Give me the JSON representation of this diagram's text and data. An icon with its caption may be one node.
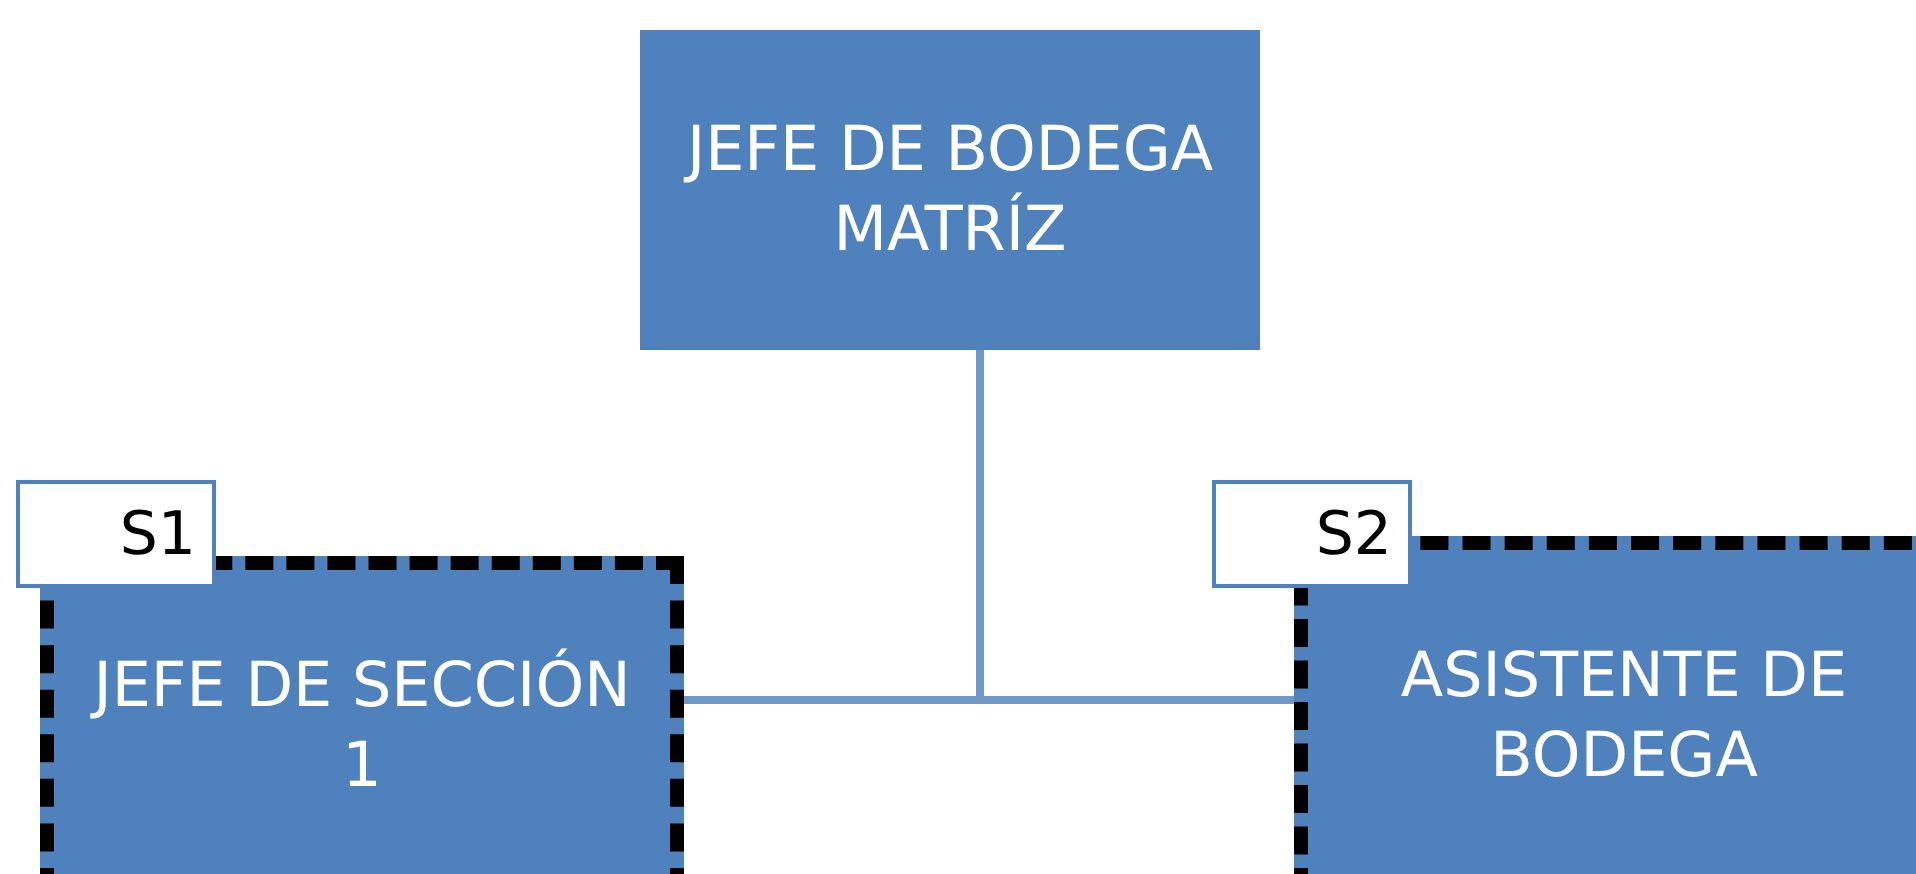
{
  "diagram": {
    "nodes": [
      {
        "text": [
          "JEFE DE BODEGA MATRÍZ"
        ]
      },
      {
        "text": [
          "JEFE DE SECCIÓN 1"
        ]
      },
      {
        "text": [
          "ASISTENTE DE BODEGA"
        ]
      },
      {
        "text": [
          "S1"
        ]
      },
      {
        "text": [
          "S2"
        ]
      }
    ],
    "edges": [
      {
        "from": 0,
        "to": 1,
        "arrow": "none"
      },
      {
        "from": 0,
        "to": 2,
        "arrow": "none"
      }
    ]
  }
}
